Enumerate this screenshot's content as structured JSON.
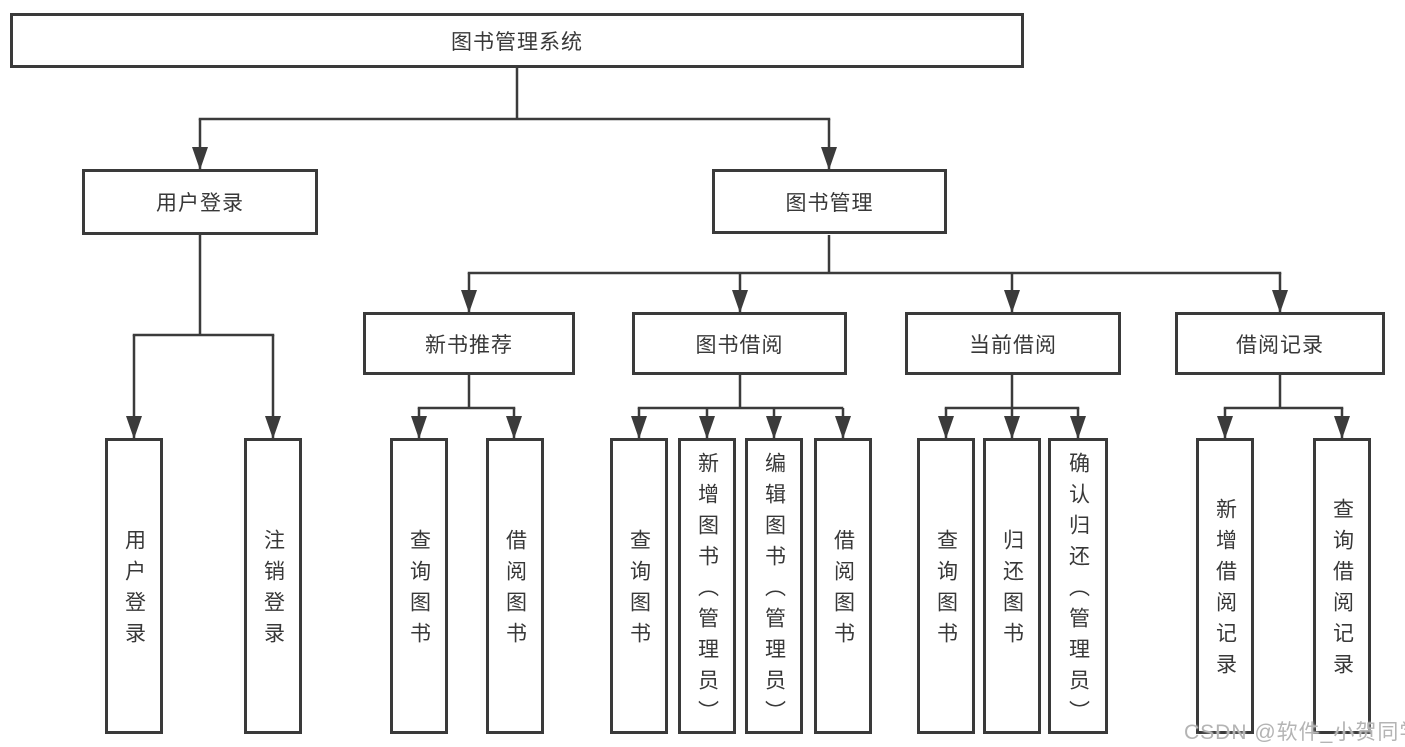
{
  "diagram": {
    "root": {
      "label": "图书管理系统"
    },
    "level2": [
      {
        "label": "用户登录"
      },
      {
        "label": "图书管理"
      }
    ],
    "level3": [
      {
        "label": "新书推荐"
      },
      {
        "label": "图书借阅"
      },
      {
        "label": "当前借阅"
      },
      {
        "label": "借阅记录"
      }
    ],
    "leaves": [
      {
        "label": "用户登录"
      },
      {
        "label": "注销登录"
      },
      {
        "label": "查询图书"
      },
      {
        "label": "借阅图书"
      },
      {
        "label": "查询图书"
      },
      {
        "label": "新增图书（管理员）"
      },
      {
        "label": "编辑图书（管理员）"
      },
      {
        "label": "借阅图书"
      },
      {
        "label": "查询图书"
      },
      {
        "label": "归还图书"
      },
      {
        "label": "确认归还（管理员）"
      },
      {
        "label": "新增借阅记录"
      },
      {
        "label": "查询借阅记录"
      }
    ],
    "watermark": {
      "text": "CSDN @软件_小贺同学"
    },
    "colors": {
      "line": "#3b3b3b",
      "border": "#3a3a3a",
      "text": "#383838",
      "watermark": "#b4b4b4",
      "background": "#ffffff"
    }
  }
}
